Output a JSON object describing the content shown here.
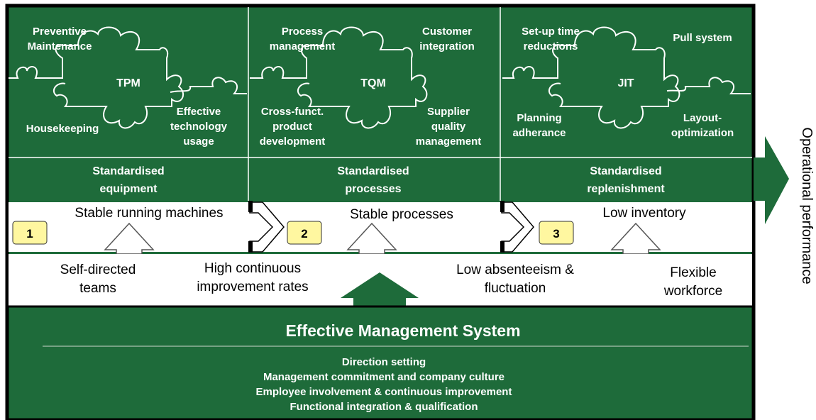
{
  "colors": {
    "green": "#1e6b3a",
    "dark": "#000000",
    "white": "#ffffff",
    "badge": "#fff7a0"
  },
  "pillars": [
    {
      "center": "TPM",
      "top_left": [
        "Preventive",
        "Maintenance"
      ],
      "bottom_left": [
        "Housekeeping"
      ],
      "bottom_right": [
        "Effective",
        "technology",
        "usage"
      ],
      "base": [
        "Standardised",
        "equipment"
      ]
    },
    {
      "center": "TQM",
      "top_left": [
        "Process",
        "management"
      ],
      "top_right": [
        "Customer",
        "integration"
      ],
      "bottom_left": [
        "Cross-funct.",
        "product",
        "development"
      ],
      "bottom_right": [
        "Supplier",
        "quality",
        "management"
      ],
      "base": [
        "Standardised",
        "processes"
      ]
    },
    {
      "center": "JIT",
      "top_left": [
        "Set-up time",
        "reductions"
      ],
      "top_right": [
        "Pull system"
      ],
      "bottom_left": [
        "Planning",
        "adherance"
      ],
      "bottom_right": [
        "Layout-",
        "optimization"
      ],
      "base": [
        "Standardised",
        "replenishment"
      ]
    }
  ],
  "stability_row": {
    "items": [
      {
        "number": "1",
        "label": "Stable running machines"
      },
      {
        "number": "2",
        "label": "Stable processes"
      },
      {
        "number": "3",
        "label": "Low inventory"
      }
    ]
  },
  "workforce_row": [
    [
      "Self-directed",
      "teams"
    ],
    [
      "High continuous",
      "improvement rates"
    ],
    [
      "Low absenteeism &",
      "fluctuation"
    ],
    [
      "Flexible",
      "workforce"
    ]
  ],
  "management": {
    "title": "Effective Management System",
    "items": [
      "Direction setting",
      "Management commitment and company culture",
      "Employee involvement & continuous improvement",
      "Functional integration & qualification"
    ]
  },
  "outcome_label": "Operational performance"
}
